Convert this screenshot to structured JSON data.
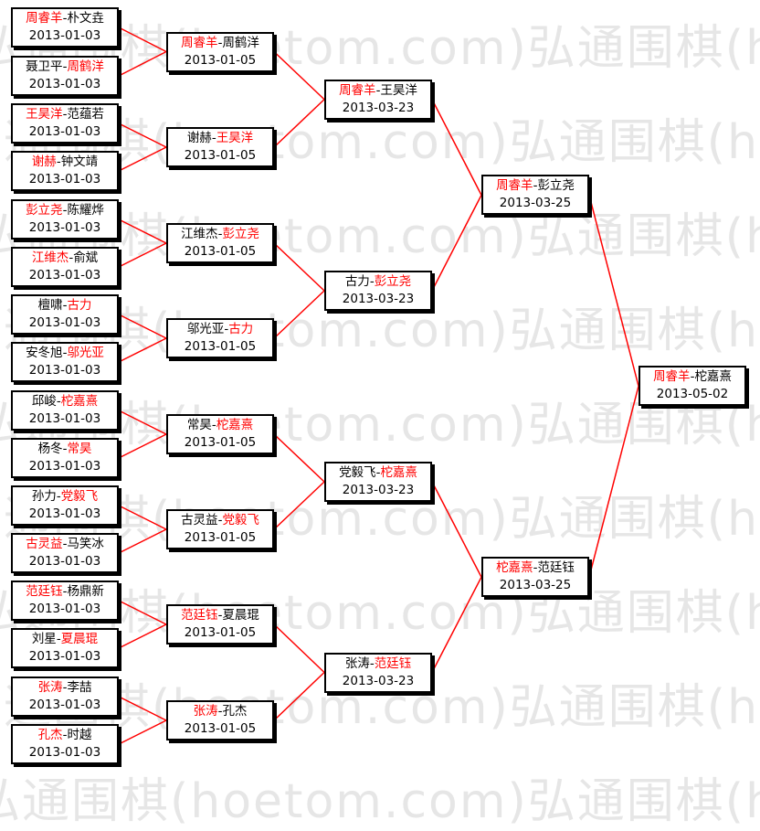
{
  "colors": {
    "winner": "#ff0000",
    "connector": "#ff0000",
    "border": "#000000"
  },
  "watermark": "弘通围棋(hoetom.com)弘通围棋(hoetom.com)弘通围棋",
  "rounds": [
    [
      {
        "p1": "周睿羊",
        "p2": "朴文垚",
        "winner": 1,
        "date": "2013-01-03"
      },
      {
        "p1": "聂卫平",
        "p2": "周鹤洋",
        "winner": 2,
        "date": "2013-01-03"
      },
      {
        "p1": "王昊洋",
        "p2": "范蕴若",
        "winner": 1,
        "date": "2013-01-03"
      },
      {
        "p1": "谢赫",
        "p2": "钟文靖",
        "winner": 1,
        "date": "2013-01-03"
      },
      {
        "p1": "彭立尧",
        "p2": "陈耀烨",
        "winner": 1,
        "date": "2013-01-03"
      },
      {
        "p1": "江维杰",
        "p2": "俞斌",
        "winner": 1,
        "date": "2013-01-03"
      },
      {
        "p1": "檀啸",
        "p2": "古力",
        "winner": 2,
        "date": "2013-01-03"
      },
      {
        "p1": "安冬旭",
        "p2": "邬光亚",
        "winner": 2,
        "date": "2013-01-03"
      },
      {
        "p1": "邱峻",
        "p2": "柁嘉熹",
        "winner": 2,
        "date": "2013-01-03"
      },
      {
        "p1": "杨冬",
        "p2": "常昊",
        "winner": 2,
        "date": "2013-01-03"
      },
      {
        "p1": "孙力",
        "p2": "党毅飞",
        "winner": 2,
        "date": "2013-01-03"
      },
      {
        "p1": "古灵益",
        "p2": "马笑冰",
        "winner": 1,
        "date": "2013-01-03"
      },
      {
        "p1": "范廷钰",
        "p2": "杨鼎新",
        "winner": 1,
        "date": "2013-01-03"
      },
      {
        "p1": "刘星",
        "p2": "夏晨琨",
        "winner": 2,
        "date": "2013-01-03"
      },
      {
        "p1": "张涛",
        "p2": "李喆",
        "winner": 1,
        "date": "2013-01-03"
      },
      {
        "p1": "孔杰",
        "p2": "时越",
        "winner": 1,
        "date": "2013-01-03"
      }
    ],
    [
      {
        "p1": "周睿羊",
        "p2": "周鹤洋",
        "winner": 1,
        "date": "2013-01-05"
      },
      {
        "p1": "谢赫",
        "p2": "王昊洋",
        "winner": 2,
        "date": "2013-01-05"
      },
      {
        "p1": "江维杰",
        "p2": "彭立尧",
        "winner": 2,
        "date": "2013-01-05"
      },
      {
        "p1": "邬光亚",
        "p2": "古力",
        "winner": 2,
        "date": "2013-01-05"
      },
      {
        "p1": "常昊",
        "p2": "柁嘉熹",
        "winner": 2,
        "date": "2013-01-05"
      },
      {
        "p1": "古灵益",
        "p2": "党毅飞",
        "winner": 2,
        "date": "2013-01-05"
      },
      {
        "p1": "范廷钰",
        "p2": "夏晨琨",
        "winner": 1,
        "date": "2013-01-05"
      },
      {
        "p1": "张涛",
        "p2": "孔杰",
        "winner": 1,
        "date": "2013-01-05"
      }
    ],
    [
      {
        "p1": "周睿羊",
        "p2": "王昊洋",
        "winner": 1,
        "date": "2013-03-23"
      },
      {
        "p1": "古力",
        "p2": "彭立尧",
        "winner": 2,
        "date": "2013-03-23"
      },
      {
        "p1": "党毅飞",
        "p2": "柁嘉熹",
        "winner": 2,
        "date": "2013-03-23"
      },
      {
        "p1": "张涛",
        "p2": "范廷钰",
        "winner": 2,
        "date": "2013-03-23"
      }
    ],
    [
      {
        "p1": "周睿羊",
        "p2": "彭立尧",
        "winner": 1,
        "date": "2013-03-25"
      },
      {
        "p1": "柁嘉熹",
        "p2": "范廷钰",
        "winner": 1,
        "date": "2013-03-25"
      }
    ],
    [
      {
        "p1": "周睿羊",
        "p2": "柁嘉熹",
        "winner": 1,
        "date": "2013-05-02"
      }
    ]
  ]
}
